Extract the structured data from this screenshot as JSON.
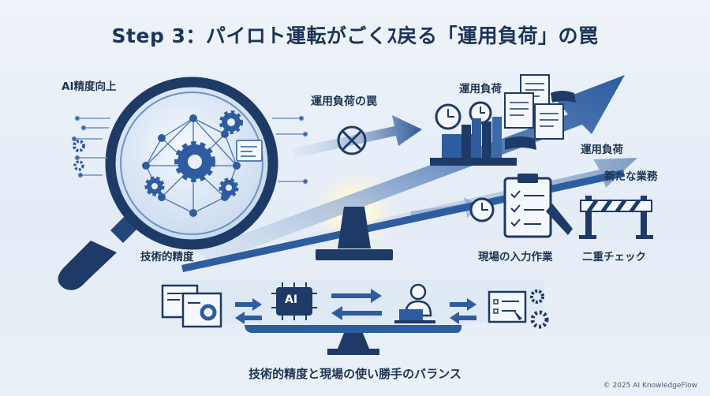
{
  "title": "Step 3：パイロト運転がごくｽ戻る「運用負荷」の罠",
  "labels": {
    "ai_accuracy": "AI精度向上",
    "trap": "運用負荷の罠",
    "load_top": "運用負荷",
    "load_mid": "運用負荷",
    "new_tasks": "新たな業務",
    "tech_accuracy": "技術的精度",
    "field_input": "現場の入力作業",
    "double_check": "二重チェック",
    "ai_chip": "AI",
    "balance": "技術的精度と現場の使い勝手のバランス"
  },
  "footer": {
    "copyright": "© 2025 AI KnowledgeFlow"
  },
  "colors": {
    "navy": "#1e3a66",
    "blue": "#2d5d9e",
    "light": "#9bb8dc",
    "bg": "#e8eff7"
  }
}
